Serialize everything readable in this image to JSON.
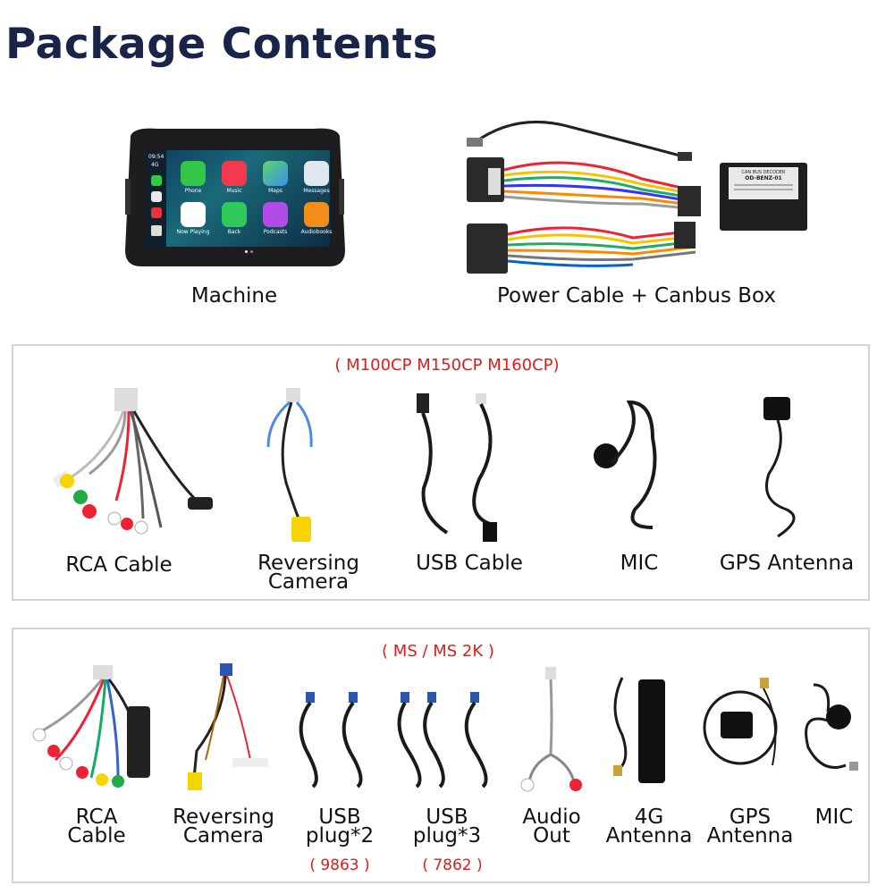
{
  "page_title": "Package Contents",
  "top": {
    "machine_label": "Machine",
    "power_label": "Power Cable + Canbus Box",
    "screen": {
      "time": "09:54",
      "signal": "4G",
      "apps_row1": [
        "Phone",
        "Music",
        "Maps",
        "Messages"
      ],
      "apps_row2": [
        "Now Playing",
        "Back",
        "Podcasts",
        "Audiobooks"
      ]
    },
    "canbus_box_text": [
      "CAN BUS DECODER",
      "OD-BENZ-01"
    ]
  },
  "panel1": {
    "models": "( M100CP M150CP M160CP)",
    "items": [
      "RCA Cable",
      "Reversing Camera",
      "USB Cable",
      "MIC",
      "GPS Antenna"
    ]
  },
  "panel2": {
    "models": "( MS / MS 2K )",
    "items": [
      "RCA Cable",
      "Reversing Camera",
      "USB plug*2",
      "USB plug*3",
      "Audio Out",
      "4G Antenna",
      "GPS Antenna",
      "MIC"
    ],
    "codes": [
      "( 9863 )",
      "( 7862 )"
    ]
  },
  "colors": {
    "title": "#1a2448",
    "accent_red": "#e31b1b",
    "panel_border": "#d4d4d4"
  }
}
